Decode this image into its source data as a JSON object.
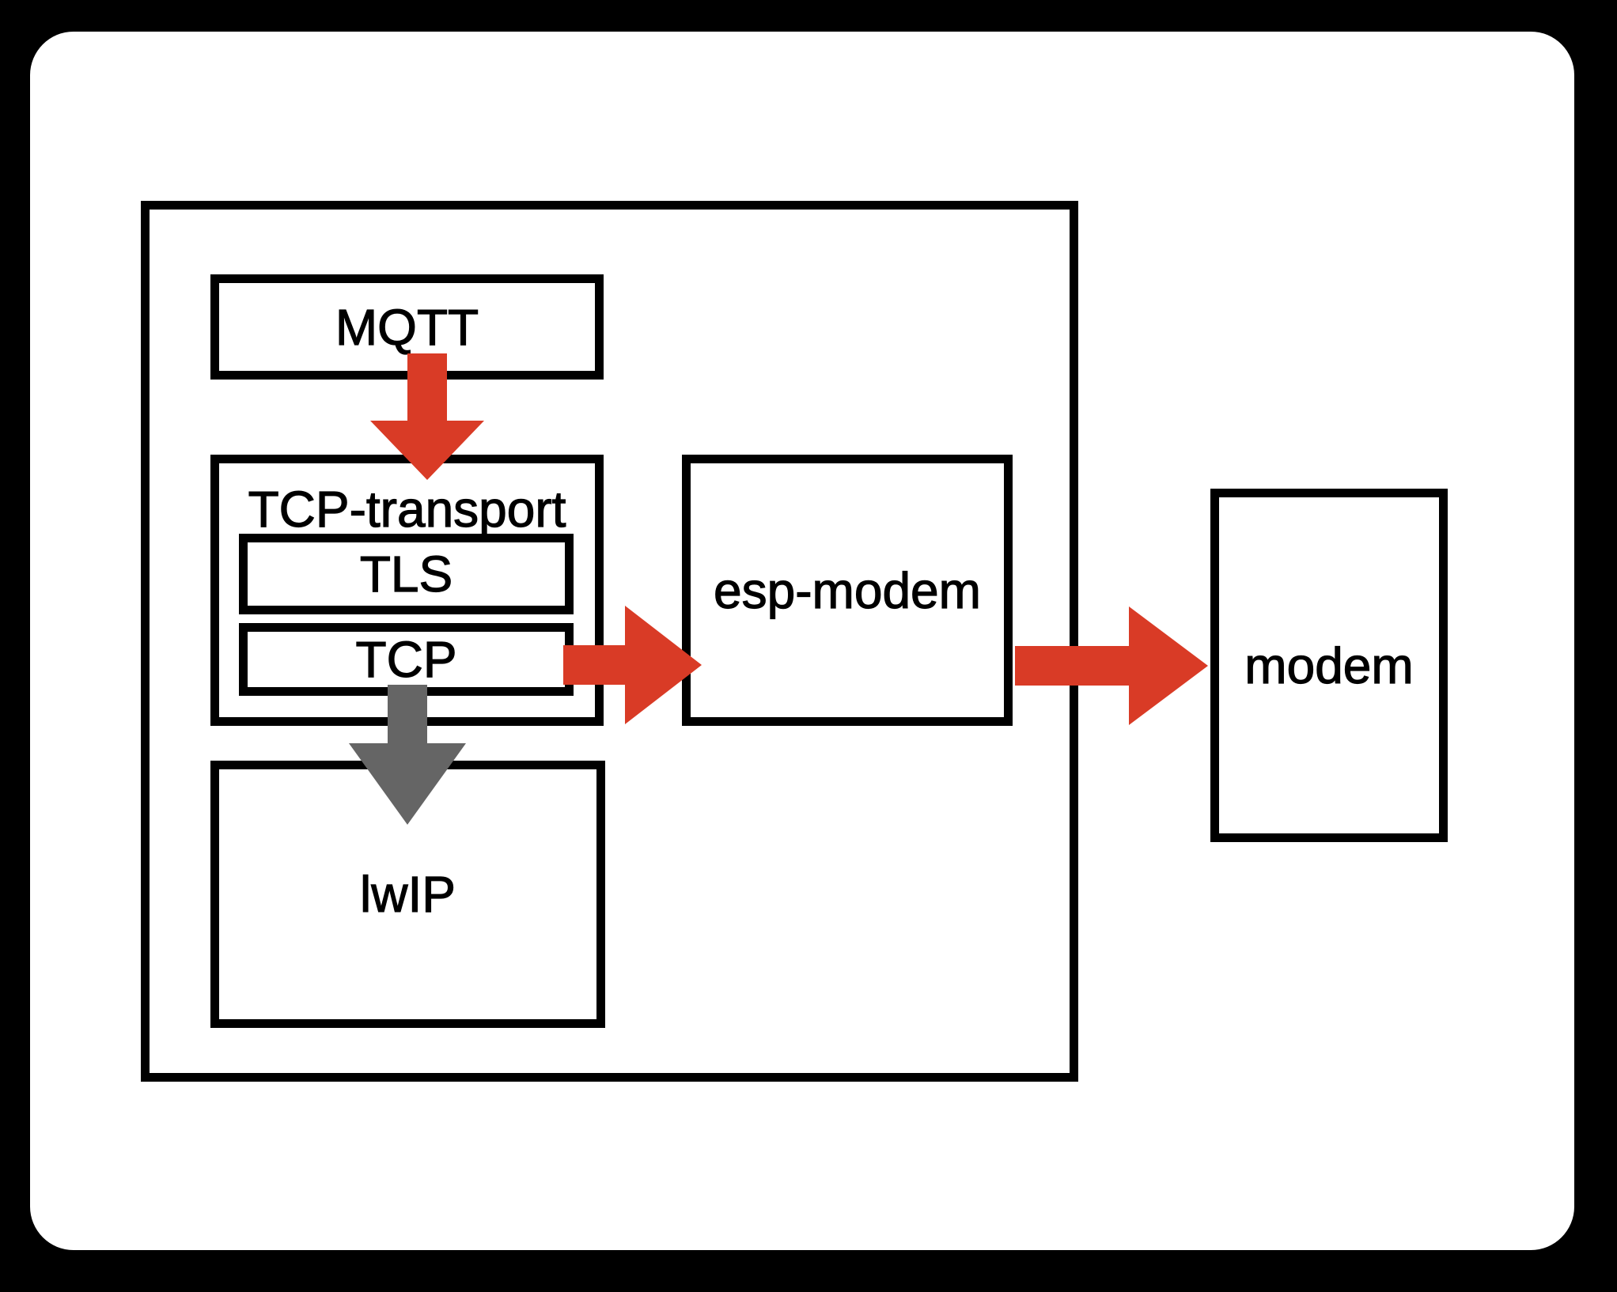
{
  "diagram": {
    "nodes": {
      "mqtt": {
        "label": "MQTT"
      },
      "tcp_transport": {
        "label": "TCP-transport"
      },
      "tls": {
        "label": "TLS"
      },
      "tcp": {
        "label": "TCP"
      },
      "lwip": {
        "label": "lwIP"
      },
      "esp_modem": {
        "label": "esp-modem"
      },
      "modem": {
        "label": "modem"
      }
    },
    "arrows": [
      {
        "from": "MQTT",
        "to": "TCP-transport",
        "color": "red",
        "direction": "down"
      },
      {
        "from": "TCP",
        "to": "lwIP",
        "color": "gray",
        "direction": "down"
      },
      {
        "from": "TCP",
        "to": "esp-modem",
        "color": "red",
        "direction": "right"
      },
      {
        "from": "esp-modem",
        "to": "modem",
        "color": "red",
        "direction": "right"
      }
    ],
    "colors": {
      "arrow_red": "#d93b26",
      "arrow_gray": "#656565",
      "box_border": "#000000",
      "canvas_bg": "#ffffff",
      "frame_bg": "#000000"
    }
  }
}
